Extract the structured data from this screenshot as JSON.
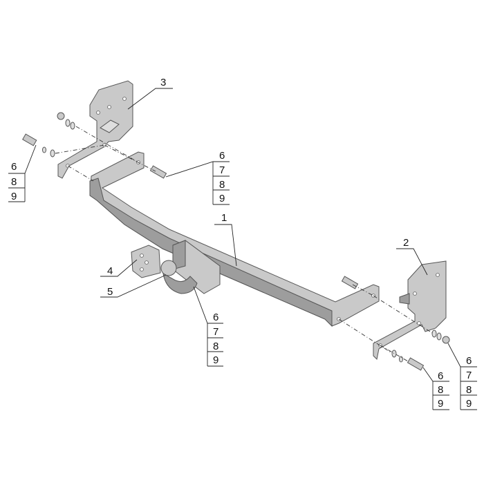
{
  "diagram": {
    "callouts": {
      "part1": "1",
      "part2": "2",
      "part3": "3",
      "part4": "4",
      "part5": "5"
    },
    "stacks": {
      "left_bolt": [
        "6",
        "8",
        "9"
      ],
      "top_center_bolt": [
        "6",
        "7",
        "8",
        "9"
      ],
      "ball_mount_bolt": [
        "6",
        "7",
        "8",
        "9"
      ],
      "right_bolt": [
        "6",
        "8",
        "9"
      ],
      "right_nut": [
        "6",
        "7",
        "8",
        "9"
      ]
    }
  }
}
